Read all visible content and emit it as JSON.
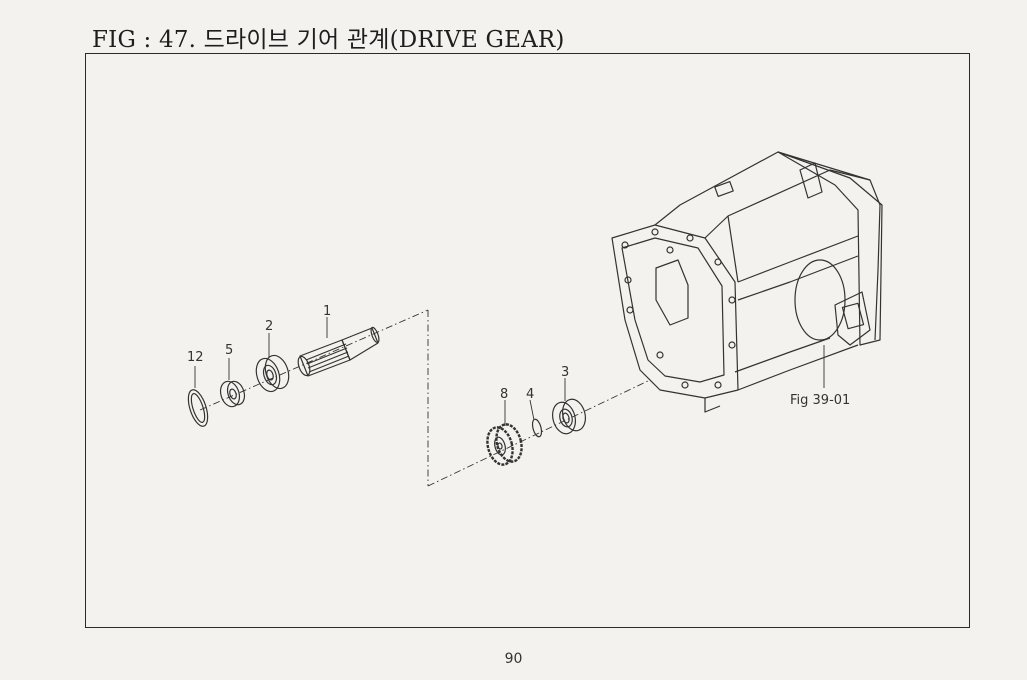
{
  "title": "FIG : 47. 드라이브 기어 관계(DRIVE GEAR)",
  "callouts": {
    "part_1": "1",
    "part_2": "2",
    "part_3": "3",
    "part_4": "4",
    "part_5": "5",
    "part_8": "8",
    "part_12": "12",
    "ref": "Fig 39-01"
  },
  "page_number": "90",
  "colors": {
    "ink": "#333333",
    "paper": "#f3f2ee"
  }
}
